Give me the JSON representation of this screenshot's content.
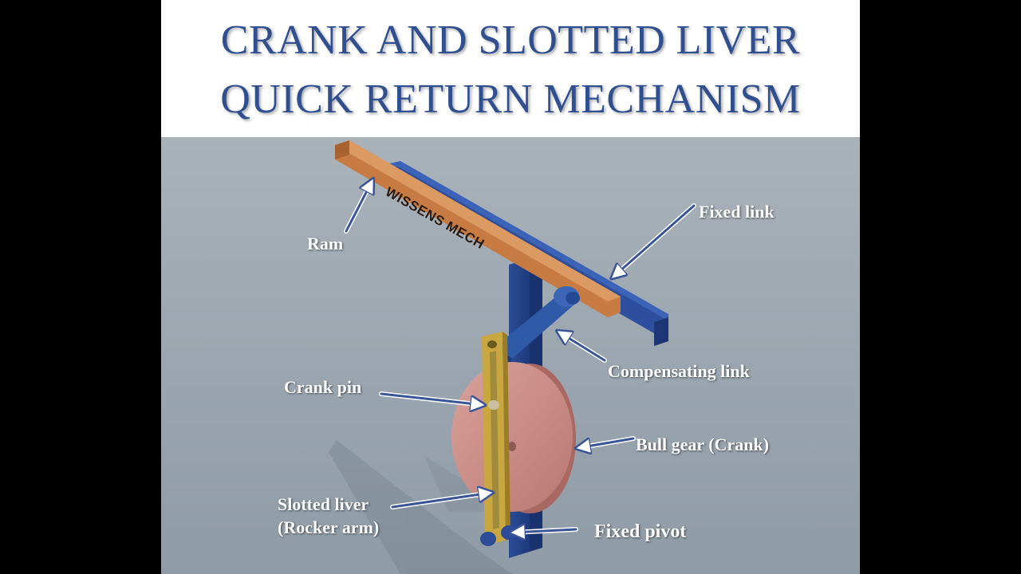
{
  "title": {
    "line1": "CRANK AND SLOTTED LIVER",
    "line2": "QUICK RETURN MECHANISM"
  },
  "ram_text": "WISSENS MECH",
  "labels": {
    "ram": "Ram",
    "fixed_link": "Fixed link",
    "compensating_link": "Compensating link",
    "crank_pin": "Crank pin",
    "bull_gear": "Bull gear (Crank)",
    "slotted_liver_line1": "Slotted liver",
    "slotted_liver_line2": "(Rocker arm)",
    "fixed_pivot": "Fixed pivot"
  },
  "colors": {
    "title_text": "#2f4f8f",
    "ram": "#c87a43",
    "fixed_link": "#2d4f9e",
    "gear": "#c98b86",
    "slotted_liver": "#c8a640",
    "arrow": "#3a5597",
    "background": "#9aa5af"
  }
}
